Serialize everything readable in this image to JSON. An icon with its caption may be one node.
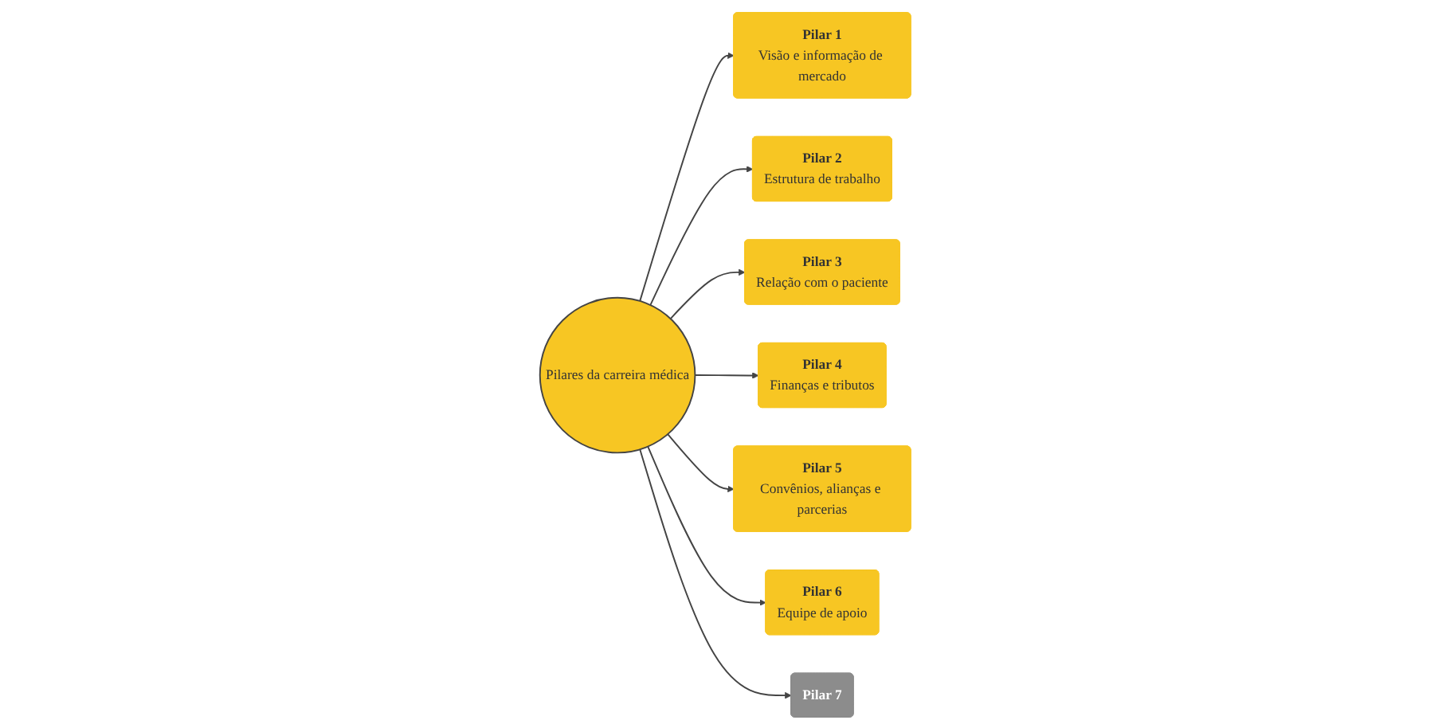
{
  "diagram": {
    "nodes": [
      {
        "text": [
          "Pilares da carreira médica"
        ]
      },
      {
        "text": [
          "Pilar 1",
          "Visão e informação de mercado"
        ]
      },
      {
        "text": [
          "Pilar 2",
          "Estrutura de trabalho"
        ]
      },
      {
        "text": [
          "Pilar 3",
          "Relação com o paciente"
        ]
      },
      {
        "text": [
          "Pilar 4",
          "Finanças e tributos"
        ]
      },
      {
        "text": [
          "Pilar 5",
          "Convênios, alianças e parcerias"
        ]
      },
      {
        "text": [
          "Pilar 6",
          "Equipe de apoio"
        ]
      },
      {
        "text": [
          "Pilar 7"
        ]
      }
    ],
    "edges": [
      {
        "from": 0,
        "to": 1,
        "arrow": "to"
      },
      {
        "from": 0,
        "to": 2,
        "arrow": "to"
      },
      {
        "from": 0,
        "to": 3,
        "arrow": "to"
      },
      {
        "from": 0,
        "to": 4,
        "arrow": "to"
      },
      {
        "from": 0,
        "to": 5,
        "arrow": "to"
      },
      {
        "from": 0,
        "to": 6,
        "arrow": "to"
      },
      {
        "from": 0,
        "to": 7,
        "arrow": "to"
      }
    ]
  }
}
